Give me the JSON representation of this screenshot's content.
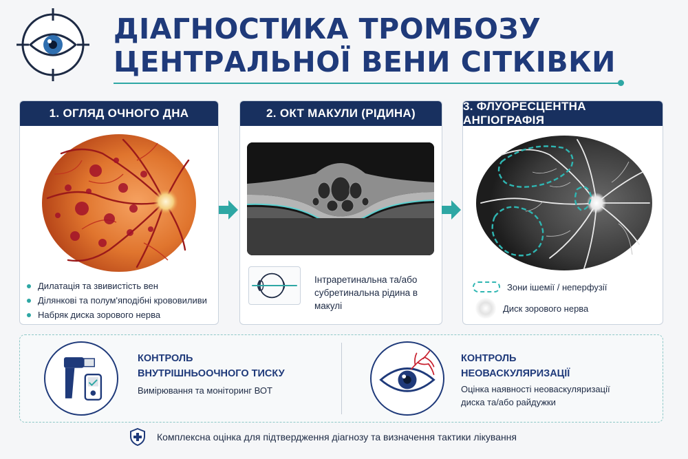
{
  "header": {
    "title_line1": "ДІАГНОСТИКА ТРОМБОЗУ",
    "title_line2": "ЦЕНТРАЛЬНОЇ ВЕНИ СІТКІВКИ",
    "logo_icon": "eye-target-icon"
  },
  "panels": [
    {
      "title": "1. ОГЛЯД ОЧНОГО ДНА",
      "image": "fundus-hemorrhage-image",
      "bullets": [
        "Дилатація та звивистість вен",
        "Ділянкові та полум'яподібні крововиливи",
        "Набряк диска зорового нерва"
      ]
    },
    {
      "title": "2. ОКТ МАКУЛИ (РІДИНА)",
      "image": "oct-macular-edema-image",
      "icon": "eye-cross-section-icon",
      "caption": "Інтраретинальна та/або субретинальна рідина в макулі"
    },
    {
      "title": "3. ФЛУОРЕСЦЕНТНА АНГІОГРАФІЯ",
      "image": "fluorescein-angiography-image",
      "legend": [
        {
          "icon": "dashed-outline-icon",
          "label": "Зони ішемії / неперфузії"
        },
        {
          "icon": "optic-disc-icon",
          "label": "Диск зорового нерва"
        }
      ]
    }
  ],
  "monitoring": [
    {
      "icon": "tonometer-icon",
      "title_line1": "КОНТРОЛЬ",
      "title_line2": "ВНУТРІШНЬООЧНОГО ТИСКУ",
      "desc": "Вимірювання та моніторинг ВОТ"
    },
    {
      "icon": "neovascular-eye-icon",
      "title_line1": "КОНТРОЛЬ",
      "title_line2": "НЕОВАСКУЛЯРИЗАЦІЇ",
      "desc_line1": "Оцінка наявності неоваскуляризації",
      "desc_line2": "диска та/або райдужки"
    }
  ],
  "footer": {
    "icon": "shield-cross-icon",
    "text": "Комплексна оцінка для підтвердження діагнозу та визначення тактики лікування"
  },
  "colors": {
    "navy": "#18305f",
    "title_blue": "#1f3a7a",
    "teal": "#2ea7a4",
    "fundus_orange": "#e0752e",
    "hemorrhage_red": "#a3122a"
  }
}
